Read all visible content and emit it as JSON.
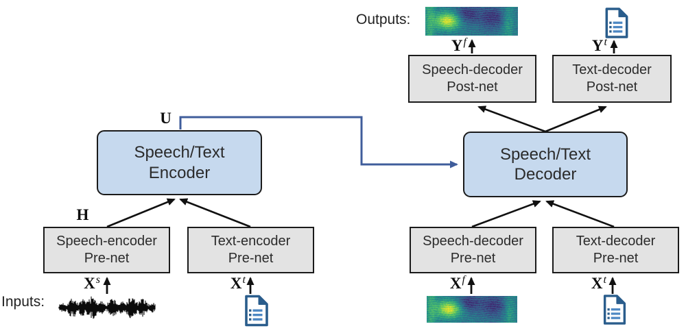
{
  "diagram": {
    "io": {
      "inputs_label": "Inputs:",
      "outputs_label": "Outputs:"
    },
    "boxes": {
      "encoder": {
        "line1": "Speech/Text",
        "line2": "Encoder"
      },
      "decoder": {
        "line1": "Speech/Text",
        "line2": "Decoder"
      },
      "speech_encoder_prenet": {
        "line1": "Speech-encoder",
        "line2": "Pre-net"
      },
      "text_encoder_prenet": {
        "line1": "Text-encoder",
        "line2": "Pre-net"
      },
      "speech_decoder_prenet": {
        "line1": "Speech-decoder",
        "line2": "Pre-net"
      },
      "text_decoder_prenet": {
        "line1": "Text-decoder",
        "line2": "Pre-net"
      },
      "speech_decoder_postnet": {
        "line1": "Speech-decoder",
        "line2": "Post-net"
      },
      "text_decoder_postnet": {
        "line1": "Text-decoder",
        "line2": "Post-net"
      }
    },
    "math_labels": {
      "u": {
        "base": "U",
        "sup": ""
      },
      "h": {
        "base": "H",
        "sup": ""
      },
      "x_s": {
        "base": "X",
        "sup": "s"
      },
      "x_t_encoder": {
        "base": "X",
        "sup": "t"
      },
      "x_f": {
        "base": "X",
        "sup": "f"
      },
      "x_t_decoder": {
        "base": "X",
        "sup": "t"
      },
      "y_f": {
        "base": "Y",
        "sup": "f"
      },
      "y_t": {
        "base": "Y",
        "sup": "t"
      }
    },
    "icons": {
      "document": "document-icon",
      "speech_waveform": "waveform-graphic",
      "spectrogram": "spectrogram-graphic"
    },
    "colors": {
      "box_blue_fill": "#c6d9ee",
      "box_gray_fill": "#e3e3e3",
      "box_border": "#1a1a1a",
      "connector_blue": "#3f5d9b",
      "arrow_black": "#111111",
      "doc_icon_blue": "#2a5d8c",
      "doc_icon_line_blue": "#4c87c3",
      "text_color": "#2b2b2b"
    }
  }
}
